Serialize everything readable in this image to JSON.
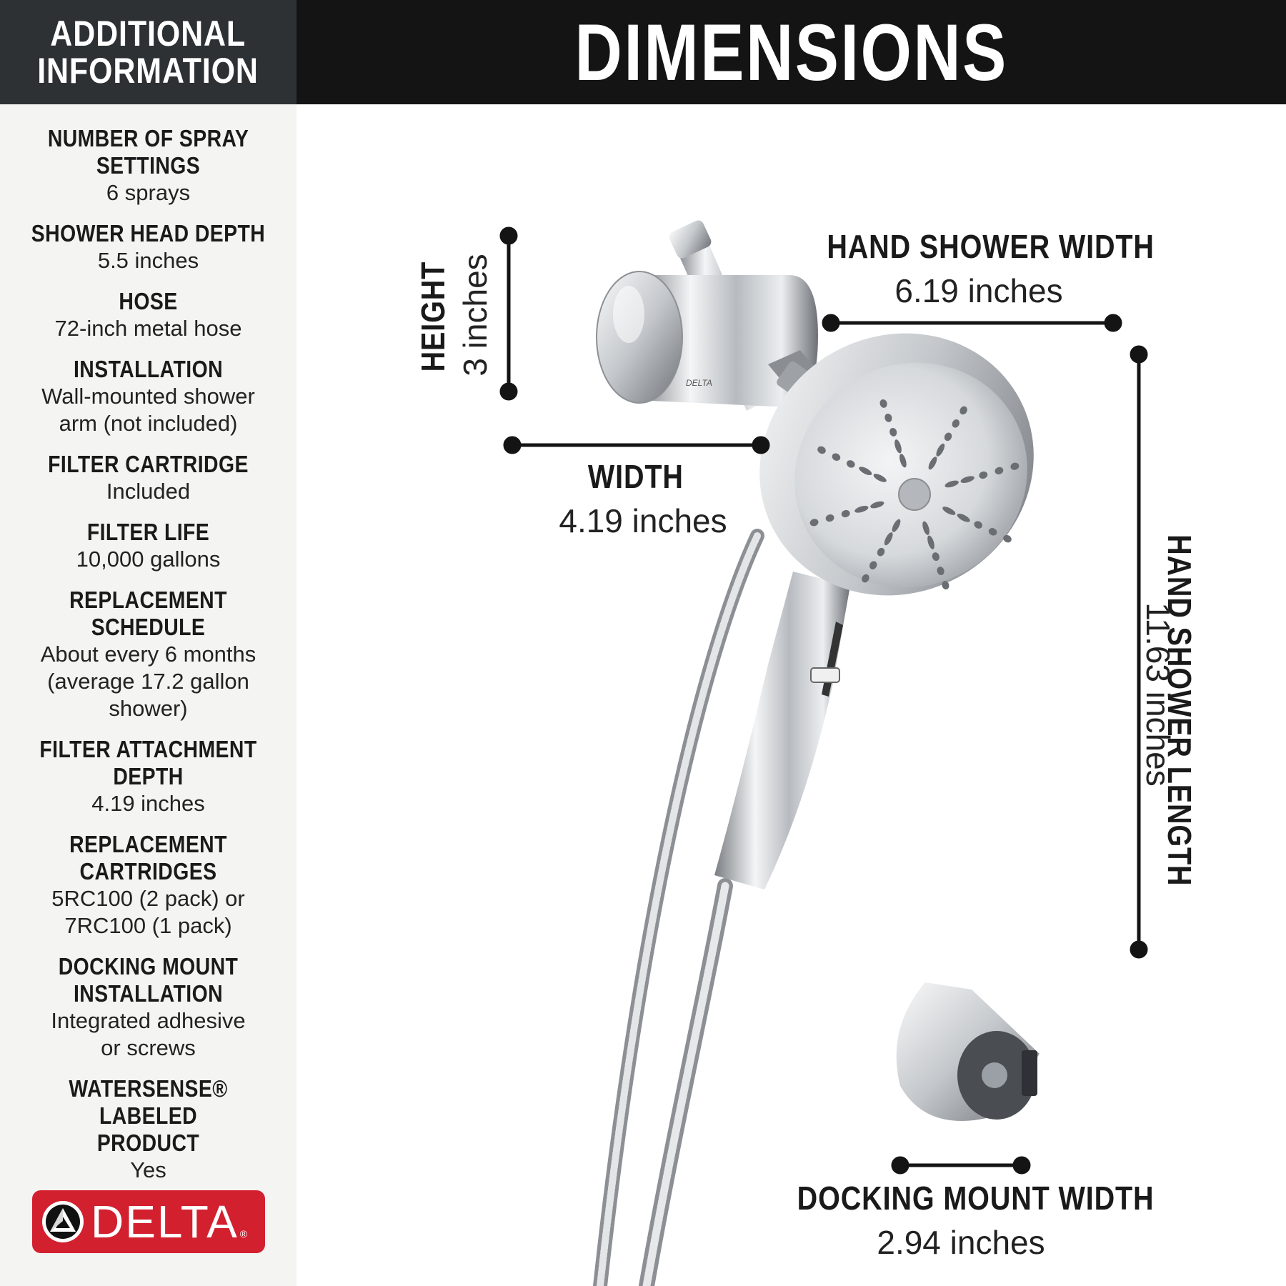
{
  "sidebar": {
    "header_line1": "ADDITIONAL",
    "header_line2": "INFORMATION",
    "specs": [
      {
        "label": "NUMBER OF SPRAY\nSETTINGS",
        "value": "6 sprays"
      },
      {
        "label": "SHOWER HEAD DEPTH",
        "value": "5.5 inches"
      },
      {
        "label": "HOSE",
        "value": "72-inch metal hose"
      },
      {
        "label": "INSTALLATION",
        "value": "Wall-mounted shower\narm (not included)"
      },
      {
        "label": "FILTER CARTRIDGE",
        "value": "Included"
      },
      {
        "label": "FILTER LIFE",
        "value": "10,000 gallons"
      },
      {
        "label": "REPLACEMENT\nSCHEDULE",
        "value": "About every 6 months\n(average 17.2 gallon\nshower)"
      },
      {
        "label": "FILTER ATTACHMENT\nDEPTH",
        "value": "4.19 inches"
      },
      {
        "label": "REPLACEMENT\nCARTRIDGES",
        "value": "5RC100 (2 pack) or\n7RC100 (1 pack)"
      },
      {
        "label": "DOCKING MOUNT\nINSTALLATION",
        "value": "Integrated adhesive\nor screws"
      },
      {
        "label": "WATERSENSE® LABELED\nPRODUCT",
        "value": "Yes"
      }
    ],
    "brand": "DELTA",
    "brand_reg": "®"
  },
  "title": "DIMENSIONS",
  "product": {
    "body_logo": "DELTA"
  },
  "dimensions": {
    "height": {
      "label": "HEIGHT",
      "value": "3 inches"
    },
    "width": {
      "label": "WIDTH",
      "value": "4.19 inches"
    },
    "hand_shower_width": {
      "label": "HAND SHOWER WIDTH",
      "value": "6.19 inches"
    },
    "hand_shower_length": {
      "label": "HAND SHOWER LENGTH",
      "value": "11.63 inches"
    },
    "docking_mount_width": {
      "label": "DOCKING MOUNT WIDTH",
      "value": "2.94 inches"
    }
  },
  "colors": {
    "sidebar_header": "#2d3134",
    "title_bar": "#141414",
    "brand_red": "#d2202f"
  }
}
